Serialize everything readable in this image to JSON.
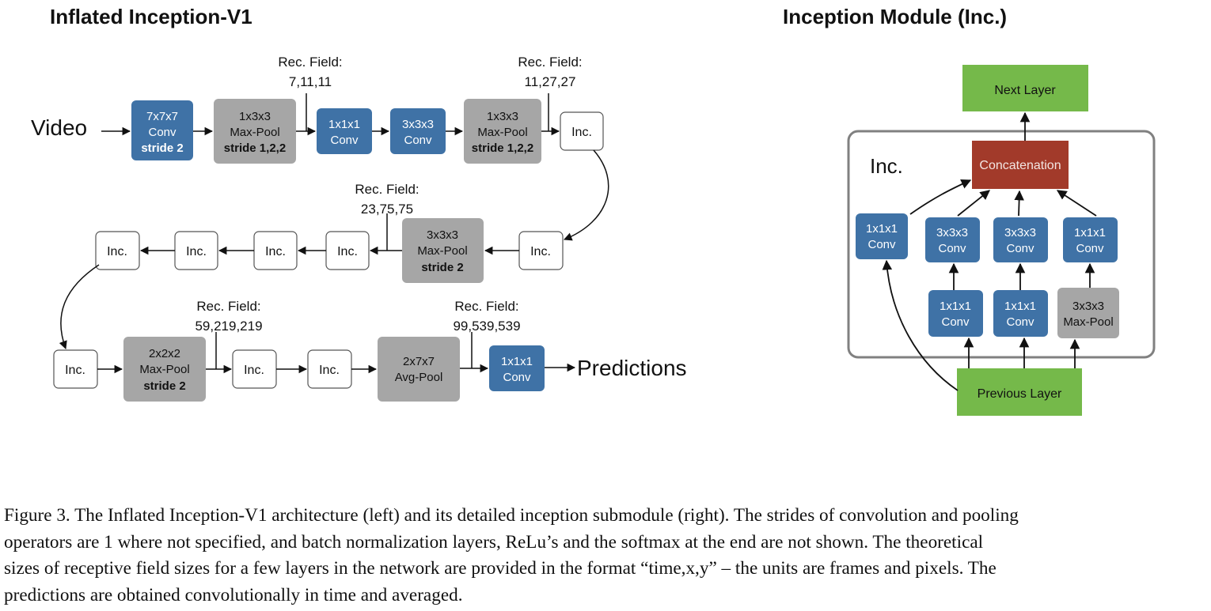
{
  "left_title": "Inflated Inception-V1",
  "right_title": "Inception Module (Inc.)",
  "left": {
    "input_label": "Video",
    "output_label": "Predictions",
    "rf": [
      {
        "label": "Rec. Field:",
        "value": "7,11,11"
      },
      {
        "label": "Rec. Field:",
        "value": "11,27,27"
      },
      {
        "label": "Rec. Field:",
        "value": "23,75,75"
      },
      {
        "label": "Rec. Field:",
        "value": "59,219,219"
      },
      {
        "label": "Rec. Field:",
        "value": "99,539,539"
      }
    ],
    "row1": {
      "conv7": {
        "l1": "7x7x7",
        "l2": "Conv",
        "l3": "stride 2"
      },
      "pool1": {
        "l1": "1x3x3",
        "l2": "Max-Pool",
        "l3": "stride 1,2,2"
      },
      "conv1": {
        "l1": "1x1x1",
        "l2": "Conv"
      },
      "conv3": {
        "l1": "3x3x3",
        "l2": "Conv"
      },
      "pool2": {
        "l1": "1x3x3",
        "l2": "Max-Pool",
        "l3": "stride 1,2,2"
      },
      "inc": "Inc."
    },
    "row2": {
      "inc_a": "Inc.",
      "pool": {
        "l1": "3x3x3",
        "l2": "Max-Pool",
        "l3": "stride 2"
      },
      "inc_b": "Inc.",
      "inc_c": "Inc.",
      "inc_d": "Inc.",
      "inc_e": "Inc."
    },
    "row3": {
      "inc_a": "Inc.",
      "pool": {
        "l1": "2x2x2",
        "l2": "Max-Pool",
        "l3": "stride 2"
      },
      "inc_b": "Inc.",
      "inc_c": "Inc.",
      "avg": {
        "l1": "2x7x7",
        "l2": "Avg-Pool"
      },
      "conv": {
        "l1": "1x1x1",
        "l2": "Conv"
      }
    }
  },
  "right": {
    "container_label": "Inc.",
    "next_layer": "Next Layer",
    "concat": "Concatenation",
    "previous_layer": "Previous Layer",
    "b1_conv": {
      "l1": "1x1x1",
      "l2": "Conv"
    },
    "b2_conv3": {
      "l1": "3x3x3",
      "l2": "Conv"
    },
    "b3_conv3": {
      "l1": "3x3x3",
      "l2": "Conv"
    },
    "b4_conv1": {
      "l1": "1x1x1",
      "l2": "Conv"
    },
    "b2_conv1": {
      "l1": "1x1x1",
      "l2": "Conv"
    },
    "b3_conv1": {
      "l1": "1x1x1",
      "l2": "Conv"
    },
    "b4_pool": {
      "l1": "3x3x3",
      "l2": "Max-Pool"
    }
  },
  "caption": [
    "Figure 3. The Inflated Inception-V1 architecture (left) and its detailed inception submodule (right). The strides of convolution and pooling",
    "operators are 1 where not specified, and batch normalization layers, ReLu’s and the softmax at the end are not shown.  The theoretical",
    "sizes of receptive field sizes for a few layers in the network are provided in the format “time,x,y” – the units are frames and pixels.  The",
    "predictions are obtained convolutionally in time and averaged."
  ],
  "colors": {
    "conv_blue": "#3f72a6",
    "pool_gray": "#a6a6a6",
    "inc_border": "#555555",
    "layer_green": "#75b94a",
    "concat_red": "#a23a2a",
    "container_border": "#808080"
  }
}
